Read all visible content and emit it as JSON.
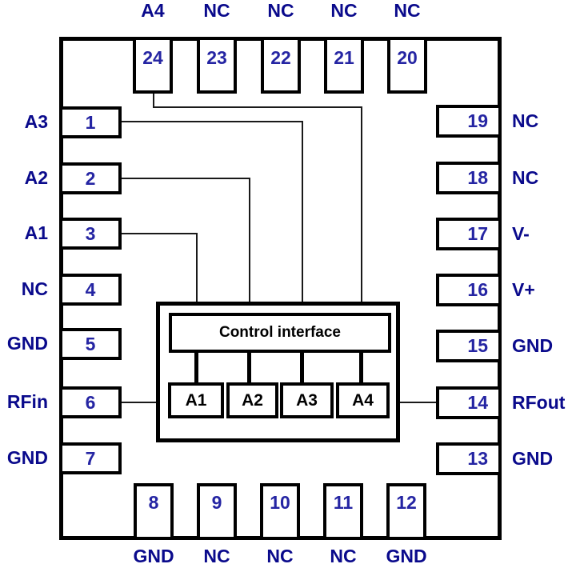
{
  "colors": {
    "background": "#ffffff",
    "outline": "#000000",
    "pin_number_text": "#2525A3",
    "pin_label_text": "#0A0A8C",
    "block_text": "#000000"
  },
  "center_block": {
    "control_label": "Control interface",
    "switches": [
      "A1",
      "A2",
      "A3",
      "A4"
    ]
  },
  "pins": {
    "top": [
      {
        "number": "24",
        "label": "A4"
      },
      {
        "number": "23",
        "label": "NC"
      },
      {
        "number": "22",
        "label": "NC"
      },
      {
        "number": "21",
        "label": "NC"
      },
      {
        "number": "20",
        "label": "NC"
      }
    ],
    "left": [
      {
        "number": "1",
        "label": "A3"
      },
      {
        "number": "2",
        "label": "A2"
      },
      {
        "number": "3",
        "label": "A1"
      },
      {
        "number": "4",
        "label": "NC"
      },
      {
        "number": "5",
        "label": "GND"
      },
      {
        "number": "6",
        "label": "RFin"
      },
      {
        "number": "7",
        "label": "GND"
      }
    ],
    "right": [
      {
        "number": "19",
        "label": "NC"
      },
      {
        "number": "18",
        "label": "NC"
      },
      {
        "number": "17",
        "label": "V-"
      },
      {
        "number": "16",
        "label": "V+"
      },
      {
        "number": "15",
        "label": "GND"
      },
      {
        "number": "14",
        "label": "RFout"
      },
      {
        "number": "13",
        "label": "GND"
      }
    ],
    "bottom": [
      {
        "number": "8",
        "label": "GND"
      },
      {
        "number": "9",
        "label": "NC"
      },
      {
        "number": "10",
        "label": "NC"
      },
      {
        "number": "11",
        "label": "NC"
      },
      {
        "number": "12",
        "label": "GND"
      }
    ]
  }
}
